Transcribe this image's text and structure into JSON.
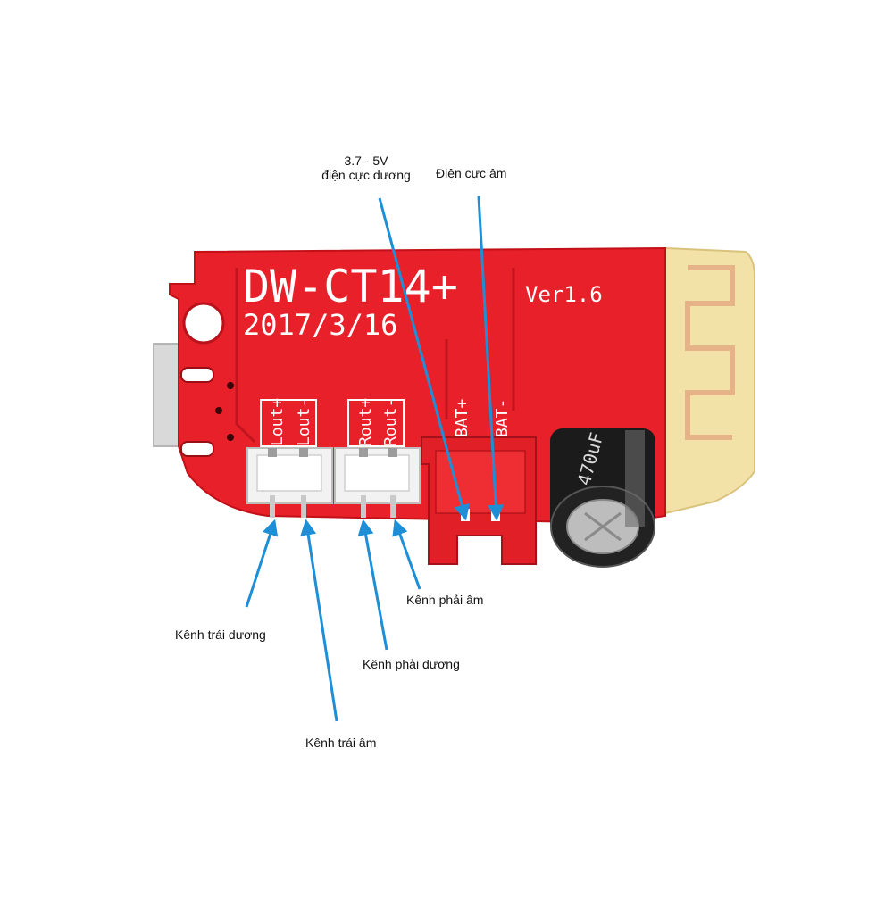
{
  "board": {
    "model": "DW-CT14+",
    "version": "Ver1.6",
    "date": "2017/3/16",
    "pins": {
      "lout_plus": "Lout+",
      "lout_minus": "Lout-",
      "rout_plus": "Rout+",
      "rout_minus": "Rout-",
      "bat_plus": "BAT+",
      "bat_minus": "BAT-"
    },
    "capacitor_text": "470uF",
    "colors": {
      "pcb": "#e8202a",
      "antenna": "#f3e2a8",
      "connector_white": "#f2f2f2",
      "connector_red": "#e01f26",
      "arrow": "#1e8fd6"
    }
  },
  "annotations": {
    "positive_voltage_line1": "3.7 - 5V",
    "positive_voltage_line2": "điện cực dương",
    "negative_electrode": "Điện cực âm",
    "left_positive": "Kênh trái dương",
    "left_negative": "Kênh trái âm",
    "right_positive": "Kênh phải dương",
    "right_negative": "Kênh phải âm"
  }
}
